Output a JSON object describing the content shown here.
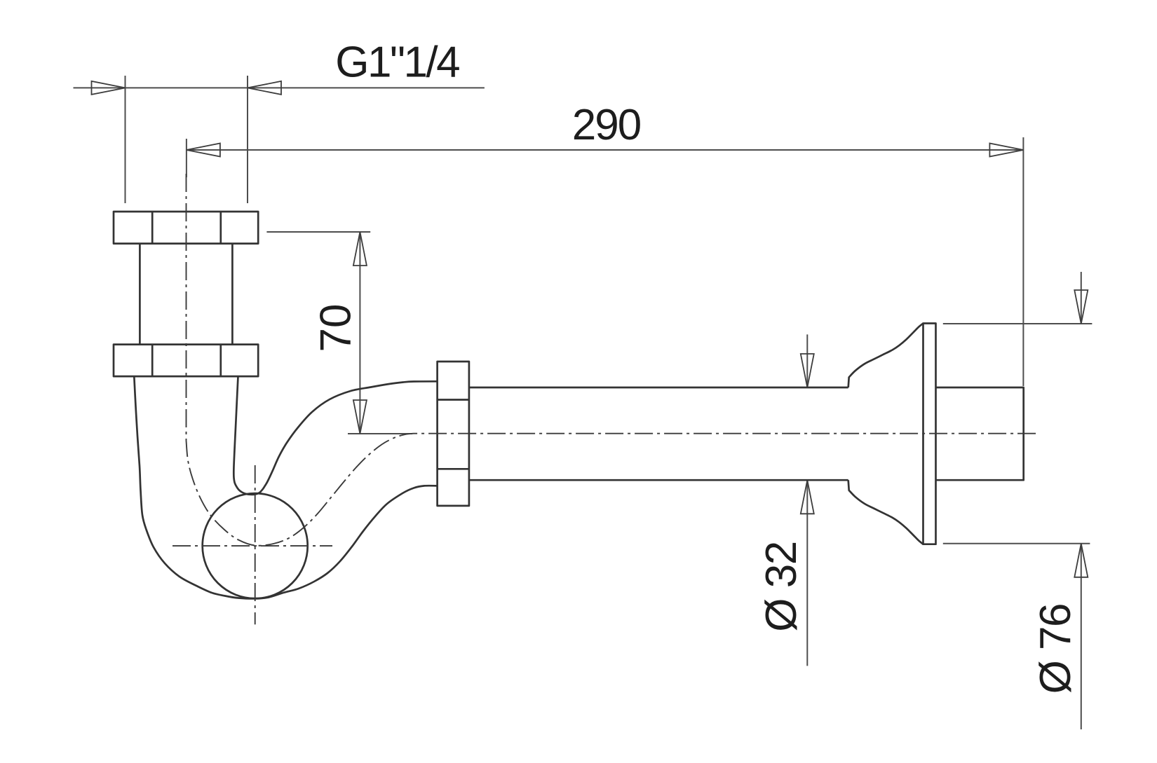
{
  "drawing": {
    "type": "technical-drawing",
    "subject": "bottle-trap-siphon-side-view",
    "background_color": "#ffffff",
    "outline_color": "#333333",
    "dimension_color": "#4d4d4d",
    "text_color": "#1d1d1d",
    "labels": {
      "thread_size": "G1\"1/4",
      "overall_length": "290",
      "inlet_height": "70",
      "pipe_diameter": "Ø 32",
      "rosette_diameter": "Ø 76"
    }
  }
}
